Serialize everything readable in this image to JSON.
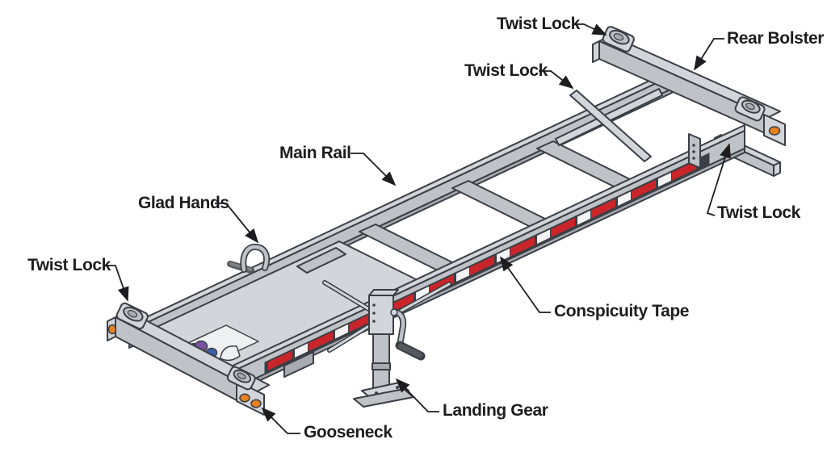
{
  "diagram": {
    "labels": {
      "twist_lock_a": "Twist Lock",
      "rear_bolster": "Rear Bolster",
      "twist_lock_b": "Twist Lock",
      "main_rail": "Main Rail",
      "glad_hands": "Glad Hands",
      "twist_lock_c": "Twist Lock",
      "twist_lock_d": "Twist Lock",
      "conspicuity_tape": "Conspicuity Tape",
      "landing_gear": "Landing Gear",
      "gooseneck": "Gooseneck"
    },
    "colors": {
      "background": "#ffffff",
      "label_text": "#1d1d1f",
      "outline": "#3a3f45",
      "steel_light": "#d2d5d9",
      "steel_mid": "#bfc3c8",
      "steel_dark": "#a7abb1",
      "tape_red": "#c9252b",
      "tape_white": "#f4f4f4",
      "marker_light_orange": "#e8821f",
      "glad_hand_purple": "#7b4fa0",
      "glad_hand_blue": "#3e5fae"
    }
  }
}
